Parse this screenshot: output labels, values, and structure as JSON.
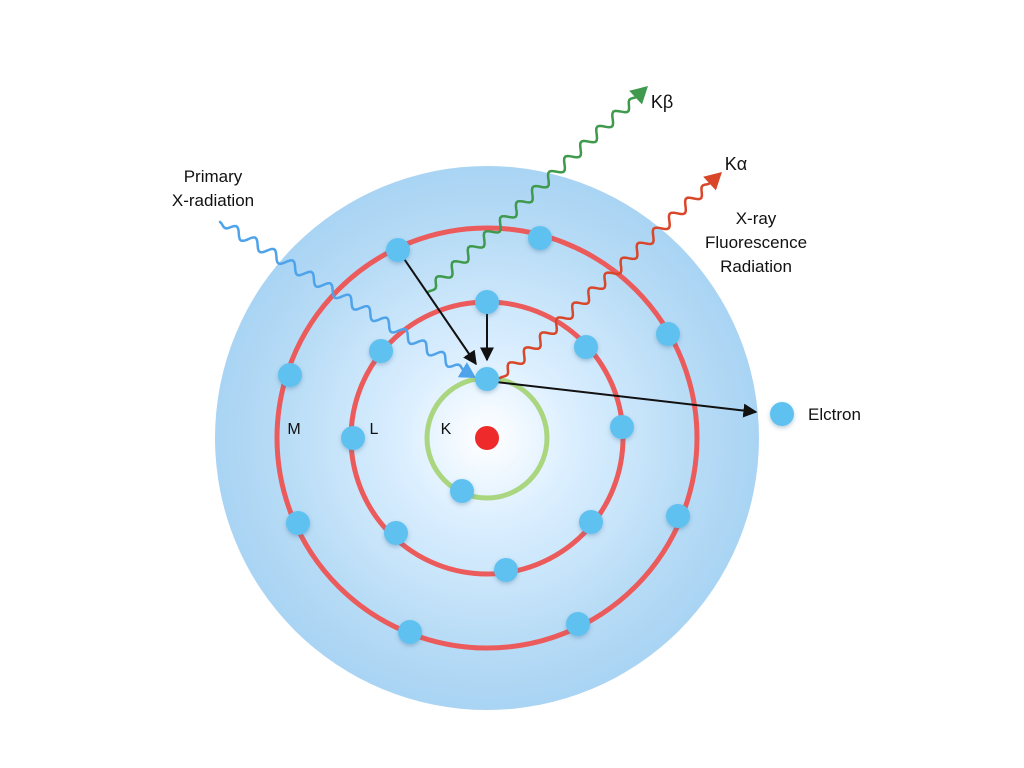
{
  "labels": {
    "primary_line1": "Primary",
    "primary_line2": "X-radiation",
    "k_beta": "Kβ",
    "k_alpha": "Kα",
    "xrf_line1": "X-ray",
    "xrf_line2": "Fluorescence",
    "xrf_line3": "Radiation",
    "electron": "Elctron",
    "shell_m": "M",
    "shell_l": "L",
    "shell_k": "K"
  },
  "colors": {
    "atom_glow": "#a9d4f3",
    "shell_ring": "#ec5b5b",
    "k_shell_ring": "#a9d67f",
    "nucleus": "#ee2a2a",
    "electron": "#5fc1ef",
    "primary_ray": "#4fa3ea",
    "k_beta_ray": "#3f9a4e",
    "k_alpha_ray": "#d9472b",
    "transition_arrow": "#111111"
  }
}
